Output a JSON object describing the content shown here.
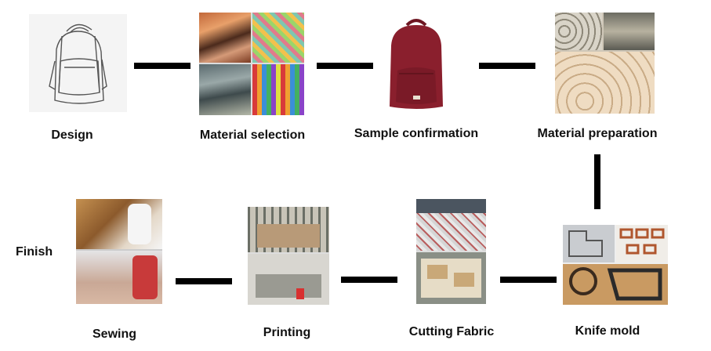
{
  "process": {
    "steps": [
      {
        "id": "design",
        "label": "Design"
      },
      {
        "id": "material-selection",
        "label": "Material selection"
      },
      {
        "id": "sample-confirmation",
        "label": "Sample confirmation"
      },
      {
        "id": "material-preparation",
        "label": "Material preparation"
      },
      {
        "id": "knife-mold",
        "label": "Knife mold"
      },
      {
        "id": "cutting-fabric",
        "label": "Cutting Fabric"
      },
      {
        "id": "printing",
        "label": "Printing"
      },
      {
        "id": "sewing",
        "label": "Sewing"
      }
    ],
    "finish_label": "Finish"
  },
  "colors": {
    "connector": "#000000",
    "backpack": "#8a1f2d"
  }
}
